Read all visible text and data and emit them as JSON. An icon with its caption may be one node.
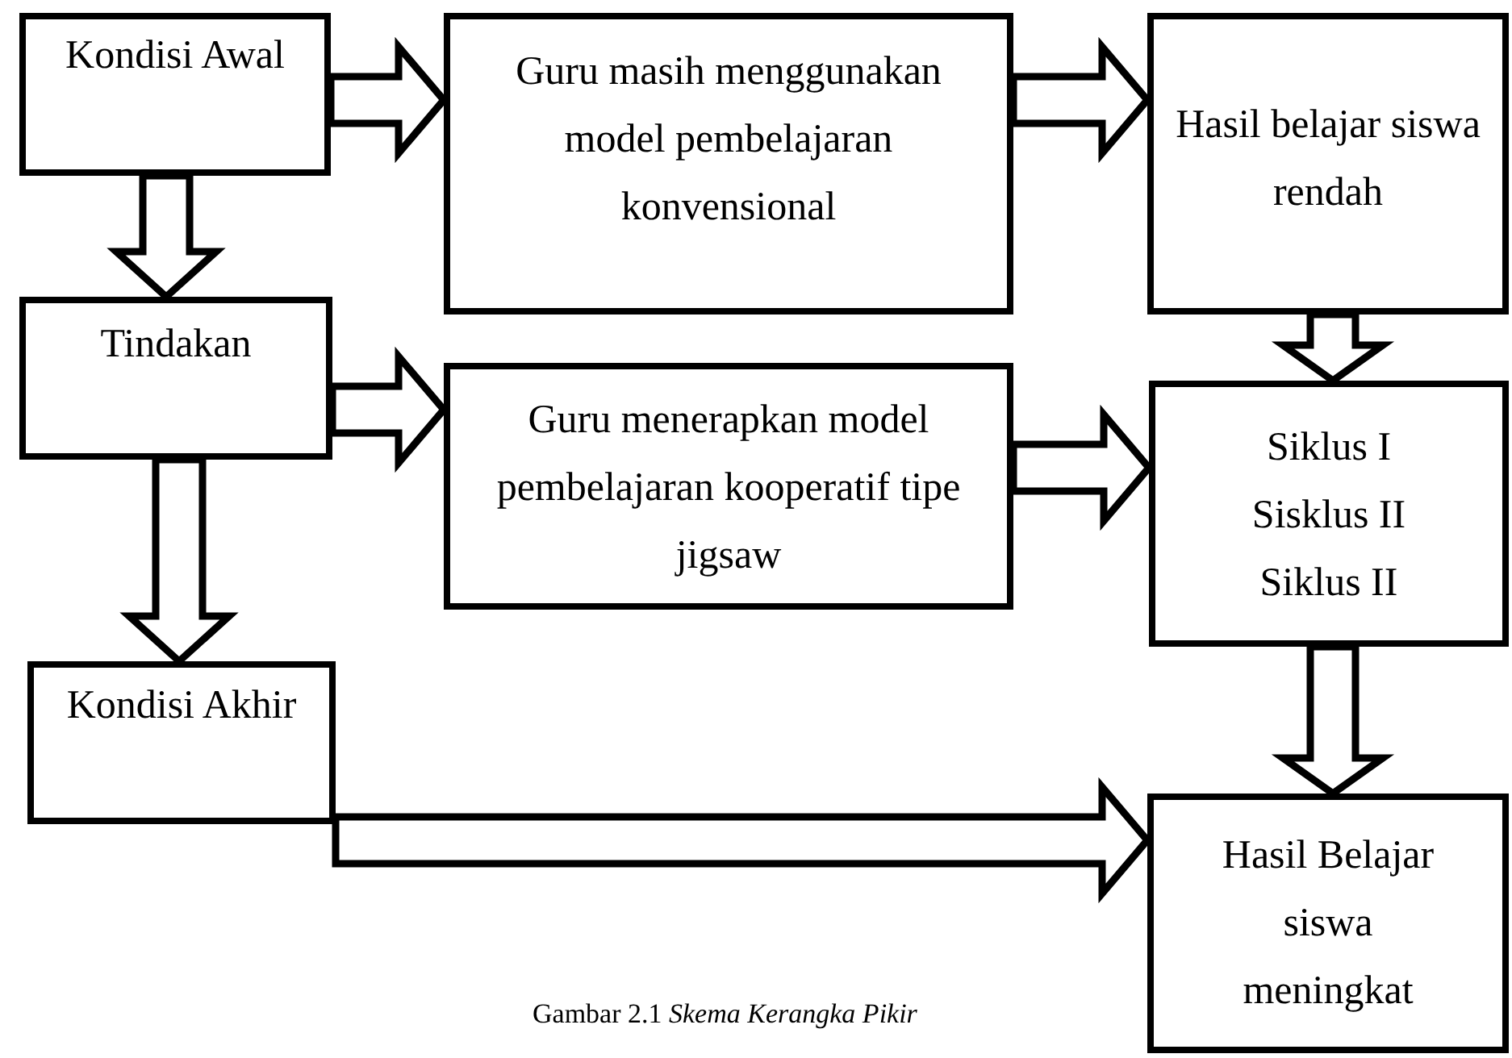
{
  "diagram": {
    "caption": "Gambar 2.1 *Skema Kerangka Pikir*",
    "nodes": [
      {
        "text": [
          "Kondisi Awal"
        ]
      },
      {
        "text": [
          "Guru masih menggunakan model pembelajaran konvensional"
        ]
      },
      {
        "text": [
          "Hasil belajar siswa rendah"
        ]
      },
      {
        "text": [
          "Tindakan"
        ]
      },
      {
        "text": [
          "Guru menerapkan model pembelajaran kooperatif tipe jigsaw"
        ]
      },
      {
        "text": [
          "Siklus I Sisklus II Siklus II"
        ]
      },
      {
        "text": [
          "Kondisi Akhir"
        ]
      },
      {
        "text": [
          "Hasil Belajar siswa meningkat"
        ]
      }
    ],
    "edges": [
      {
        "from": 0,
        "to": 1,
        "arrow": "to"
      },
      {
        "from": 1,
        "to": 2,
        "arrow": "to"
      },
      {
        "from": 0,
        "to": 3,
        "arrow": "to"
      },
      {
        "from": 3,
        "to": 4,
        "arrow": "to"
      },
      {
        "from": 4,
        "to": 5,
        "arrow": "to"
      },
      {
        "from": 2,
        "to": 5,
        "arrow": "to"
      },
      {
        "from": 3,
        "to": 6,
        "arrow": "to"
      },
      {
        "from": 5,
        "to": 7,
        "arrow": "to"
      },
      {
        "from": 6,
        "to": 7,
        "arrow": "to"
      }
    ]
  }
}
